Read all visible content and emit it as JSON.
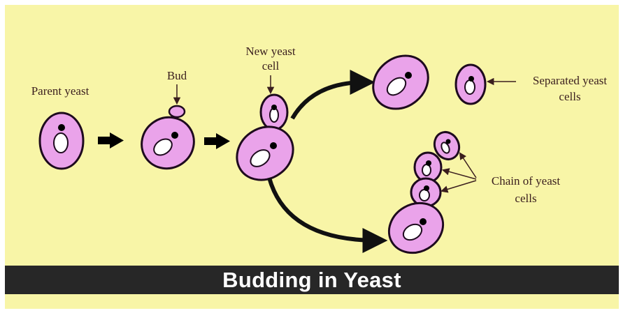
{
  "title": "Budding in Yeast",
  "labels": {
    "parent_yeast": "Parent yeast",
    "bud": "Bud",
    "new_yeast_cell": [
      "New yeast",
      "cell"
    ],
    "separated_yeast_cells": [
      "Separated yeast",
      "cells"
    ],
    "chain_of_yeast_cells": [
      "Chain of yeast",
      "cells"
    ]
  },
  "colors": {
    "background": "#f8f5a7",
    "cell_fill": "#eaa3ea",
    "cell_outline": "#1e0a1e",
    "vacuole": "#ffffff",
    "nucleus": "#000000",
    "title_bar": "#272727",
    "title_text": "#ffffff"
  }
}
